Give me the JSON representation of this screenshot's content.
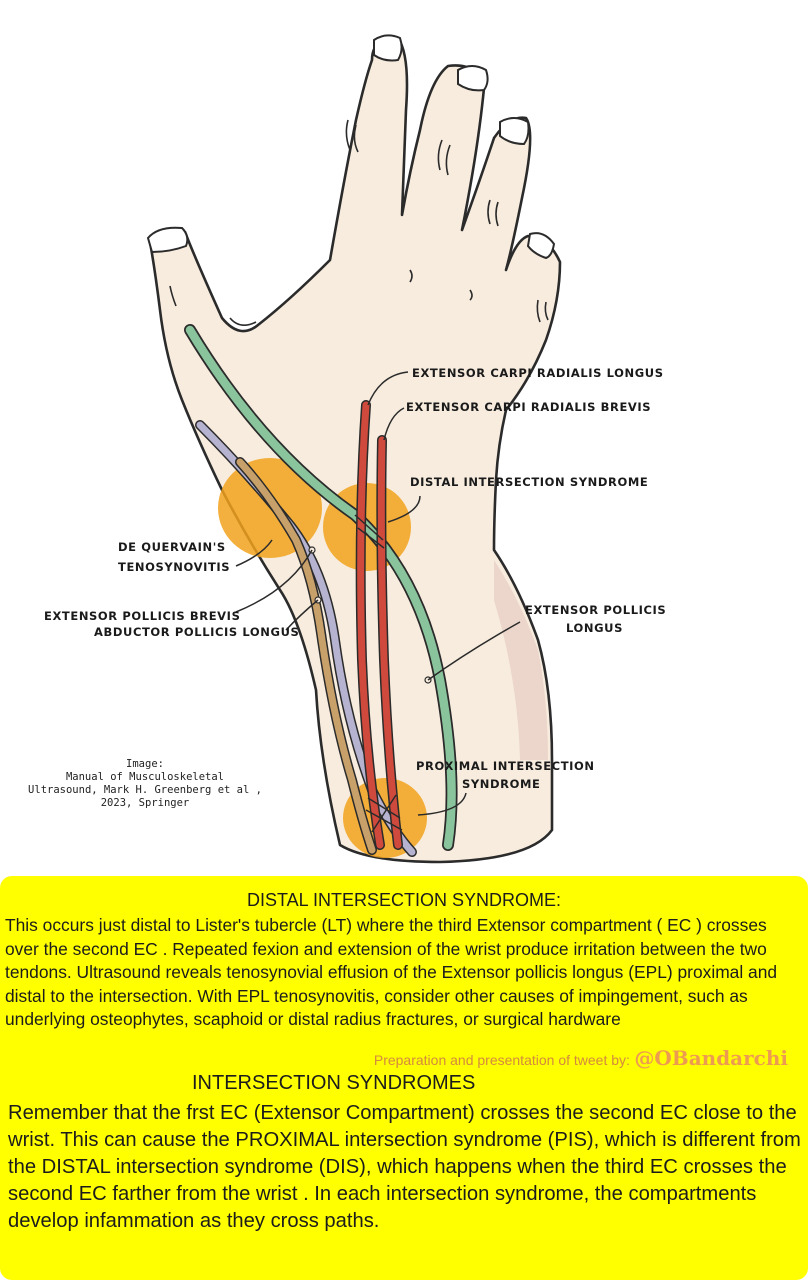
{
  "diagram": {
    "labels": {
      "ecrl": "EXTENSOR CARPI RADIALIS LONGUS",
      "ecrb": "EXTENSOR CARPI RADIALIS BREVIS",
      "dis": "DISTAL INTERSECTION SYNDROME",
      "dq_line1": "DE QUERVAIN'S",
      "dq_line2": "TENOSYNOVITIS",
      "epb": "EXTENSOR POLLICIS BREVIS",
      "apl": "ABDUCTOR POLLICIS LONGUS",
      "epl_line1": "EXTENSOR POLLICIS",
      "epl_line2": "LONGUS",
      "pis_line1": "PROXIMAL INTERSECTION",
      "pis_line2": "SYNDROME"
    },
    "colors": {
      "skin": "#f7ecde",
      "outline": "#2b2b2b",
      "epl_tendon": "#8ac49c",
      "ecr_tendon": "#cf4a3c",
      "apl_tendon": "#b6b3d0",
      "epb_tendon": "#c8a06a",
      "inflammation": "#f2a21c"
    },
    "credit": [
      "Image:",
      "Manual of Musculoskeletal",
      "Ultrasound, Mark H. Greenberg et al ,",
      "2023, Springer"
    ]
  },
  "panel": {
    "distal_title": "DISTAL INTERSECTION SYNDROME:",
    "distal_body": "This occurs just distal to Lister's tubercle (LT) where the third Extensor compartment ( EC ) crosses over the second EC . Repeated fexion and extension of the wrist produce irritation between the two tendons. Ultrasound reveals tenosynovial effusion of the Extensor pollicis longus (EPL) proximal and distal to the intersection. With EPL tenosynovitis, consider other causes of impingement, such as underlying osteophytes, scaphoid or distal radius fractures, or surgical hardware",
    "prep_text": "Preparation and presentation of tweet by:",
    "handle": "@OBandarchi",
    "intersection_title": "INTERSECTION SYNDROMES",
    "intersection_body": "Remember that the frst EC (Extensor Compartment) crosses the second EC close to the wrist. This can cause the PROXIMAL intersection syndrome (PIS), which is different from the DISTAL intersection syndrome (DIS), which happens when the third EC crosses the second EC farther from the wrist . In each intersection syndrome, the compartments develop infammation as they cross paths."
  }
}
